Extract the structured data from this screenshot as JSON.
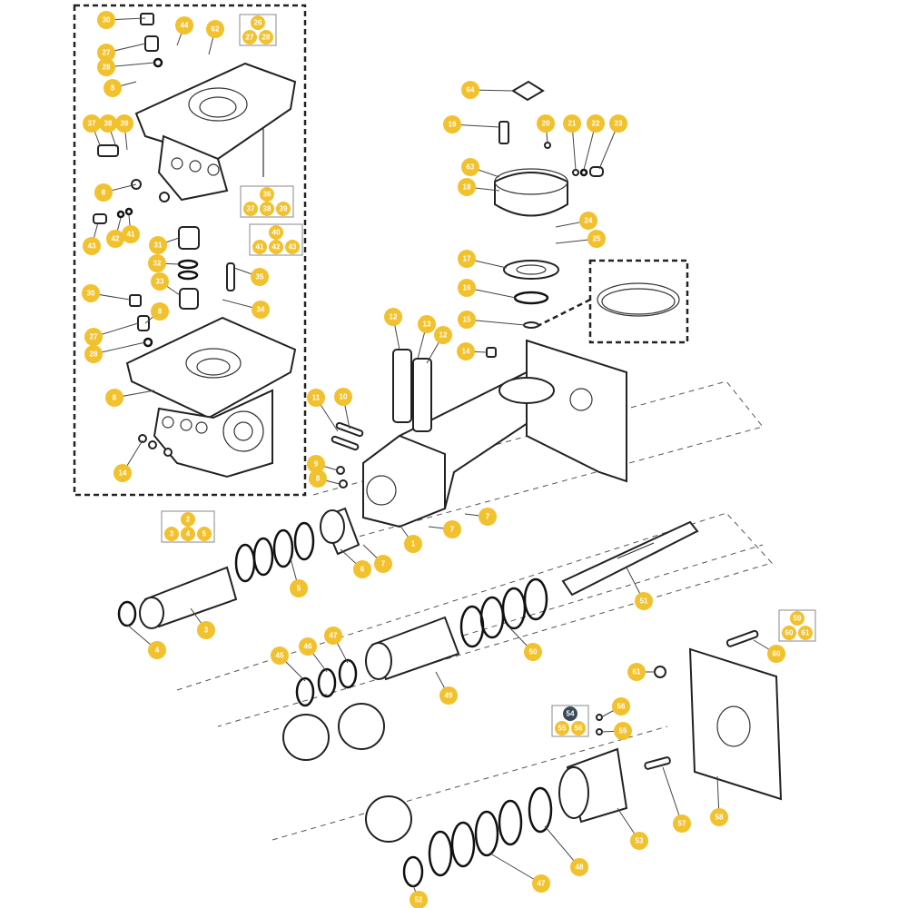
{
  "diagram": {
    "title": "Exploded parts view",
    "accent_color": "#f2c12e",
    "highlight_color": "#3b4a5a",
    "callouts": [
      "30",
      "44",
      "62",
      "27",
      "28",
      "8",
      "37",
      "38",
      "39",
      "8",
      "43",
      "42",
      "41",
      "31",
      "32",
      "33",
      "35",
      "34",
      "30",
      "8",
      "27",
      "28",
      "8",
      "14",
      "64",
      "19",
      "20",
      "21",
      "22",
      "23",
      "63",
      "18",
      "24",
      "25",
      "17",
      "16",
      "15",
      "14",
      "12",
      "13",
      "12",
      "11",
      "10",
      "9",
      "8",
      "7",
      "7",
      "1",
      "7",
      "6",
      "5",
      "3",
      "4",
      "51",
      "50",
      "47",
      "46",
      "45",
      "49",
      "60",
      "61",
      "56",
      "55",
      "53",
      "57",
      "58",
      "48",
      "47",
      "52"
    ],
    "groups": [
      {
        "main": "26",
        "subs": [
          "27",
          "28"
        ]
      },
      {
        "main": "36",
        "subs": [
          "37",
          "38",
          "39"
        ]
      },
      {
        "main": "40",
        "subs": [
          "41",
          "42",
          "43"
        ]
      },
      {
        "main": "2",
        "subs": [
          "3",
          "4",
          "5"
        ]
      },
      {
        "main": "59",
        "subs": [
          "60",
          "61"
        ]
      },
      {
        "main": "54",
        "subs": [
          "55",
          "56"
        ],
        "highlighted": true
      }
    ]
  }
}
